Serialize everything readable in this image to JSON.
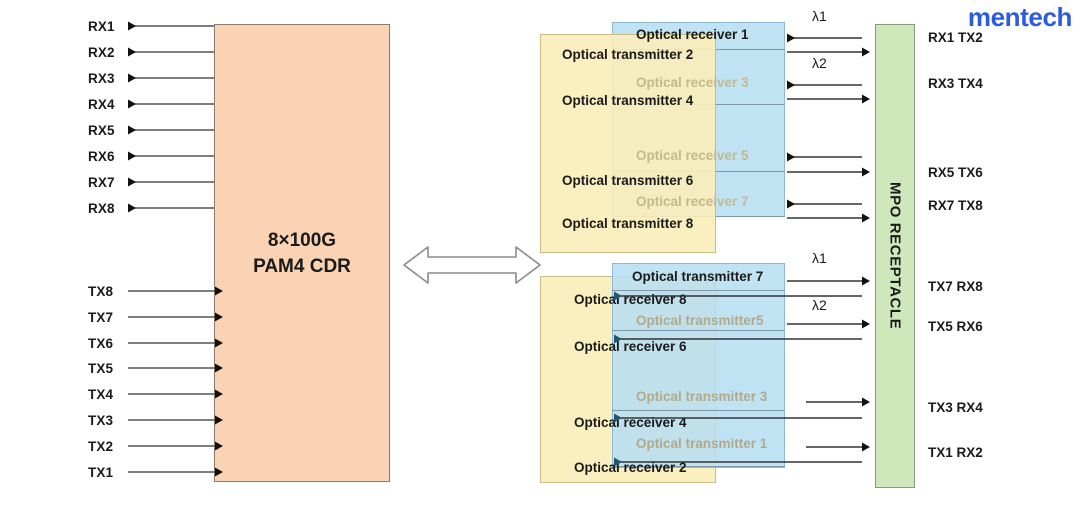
{
  "logo": {
    "text": "mentech",
    "color": "#2b5ce0"
  },
  "cdr": {
    "line1": "8×100G",
    "line2": "PAM4 CDR",
    "color": "#fad3b4"
  },
  "electrical": {
    "rx_labels": [
      "RX1",
      "RX2",
      "RX3",
      "RX4",
      "RX5",
      "RX6",
      "RX7",
      "RX8"
    ],
    "tx_labels": [
      "TX8",
      "TX7",
      "TX6",
      "TX5",
      "TX4",
      "TX3",
      "TX2",
      "TX1"
    ]
  },
  "optical_top": {
    "transmitter_color": "#faeeba",
    "receiver_color": "#b7dff3",
    "rows": [
      {
        "label": "Optical receiver 1",
        "kind": "receiver",
        "style": "solid"
      },
      {
        "label": "Optical transmitter 2",
        "kind": "transmitter",
        "style": "solid"
      },
      {
        "label": "Optical receiver 3",
        "kind": "receiver",
        "style": "dim"
      },
      {
        "label": "Optical transmitter 4",
        "kind": "transmitter",
        "style": "solid"
      },
      {
        "label": "Optical receiver 5",
        "kind": "receiver",
        "style": "dim"
      },
      {
        "label": "Optical transmitter 6",
        "kind": "transmitter",
        "style": "solid"
      },
      {
        "label": "Optical receiver 7",
        "kind": "receiver",
        "style": "dim"
      },
      {
        "label": "Optical transmitter 8",
        "kind": "transmitter",
        "style": "solid"
      }
    ]
  },
  "optical_bottom": {
    "transmitter_color": "#b7dff3",
    "receiver_color": "#faeeba",
    "rows": [
      {
        "label": "Optical transmitter 7",
        "kind": "transmitter",
        "style": "solid"
      },
      {
        "label": "Optical receiver 8",
        "kind": "receiver",
        "style": "solid"
      },
      {
        "label": "Optical transmitter5",
        "kind": "transmitter",
        "style": "dim"
      },
      {
        "label": "Optical receiver 6",
        "kind": "receiver",
        "style": "solid"
      },
      {
        "label": "Optical transmitter 3",
        "kind": "transmitter",
        "style": "dim"
      },
      {
        "label": "Optical receiver 4",
        "kind": "receiver",
        "style": "solid"
      },
      {
        "label": "Optical transmitter 1",
        "kind": "transmitter",
        "style": "dim"
      },
      {
        "label": "Optical receiver 2",
        "kind": "receiver",
        "style": "solid"
      }
    ]
  },
  "wavelengths": {
    "top_first": "λ1",
    "top_second": "λ2",
    "bottom_first": "λ1",
    "bottom_second": "λ2"
  },
  "mpo": {
    "label": "MPO RECEPTACLE",
    "color": "#cfe8bb"
  },
  "mpo_ports": {
    "top": [
      "RX1  TX2",
      "RX3  TX4",
      "RX5  TX6",
      "RX7  TX8"
    ],
    "bottom": [
      "TX7  RX8",
      "TX5  RX6",
      "TX3  RX4",
      "TX1  RX2"
    ]
  }
}
